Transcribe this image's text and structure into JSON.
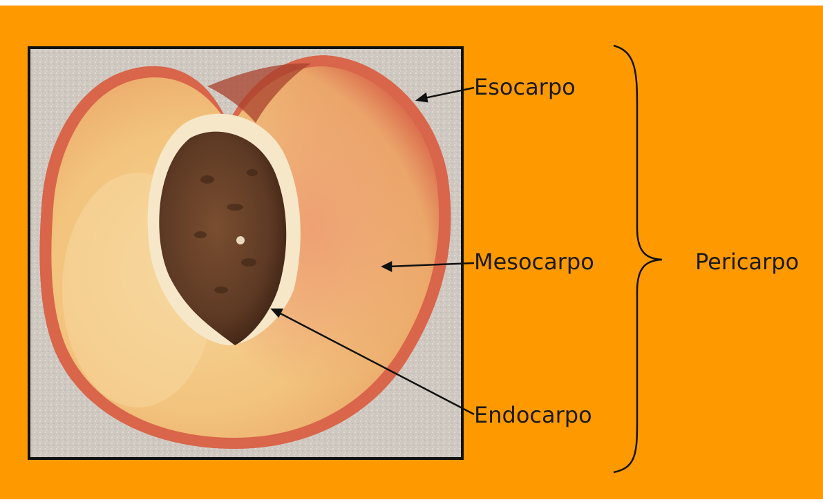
{
  "labels": {
    "exocarp": "Esocarpo",
    "mesocarp": "Mesocarpo",
    "endocarp": "Endocarpo",
    "pericarp": "Pericarpo"
  },
  "colors": {
    "background": "#FF9900",
    "frame": "#111111",
    "backdrop": "#CFC8C0",
    "flesh": "#F2C37C",
    "skin": "#D9654A",
    "pit": "#5E3A24",
    "text": "#1A1A1A"
  }
}
